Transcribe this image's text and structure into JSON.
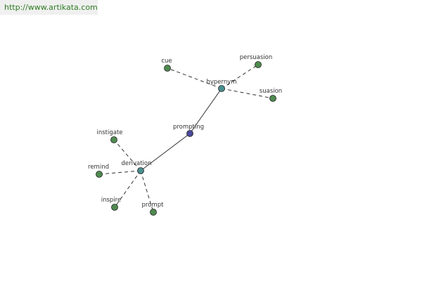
{
  "watermark": {
    "url": "http://www.artikata.com"
  },
  "colors": {
    "center": "#4a4a9c",
    "relation": "#4a8e8e",
    "leaf": "#4f8a4f",
    "edge": "#333333",
    "watermark_text": "#2e7d22"
  },
  "graph": {
    "nodes": [
      {
        "id": "prompting",
        "label": "prompting",
        "kind": "center"
      },
      {
        "id": "hypernym",
        "label": "hypernym",
        "kind": "relation"
      },
      {
        "id": "derivation",
        "label": "derivation",
        "kind": "relation"
      },
      {
        "id": "cue",
        "label": "cue",
        "kind": "leaf"
      },
      {
        "id": "persuasion",
        "label": "persuasion",
        "kind": "leaf"
      },
      {
        "id": "suasion",
        "label": "suasion",
        "kind": "leaf"
      },
      {
        "id": "instigate",
        "label": "instigate",
        "kind": "leaf"
      },
      {
        "id": "remind",
        "label": "remind",
        "kind": "leaf"
      },
      {
        "id": "inspire",
        "label": "inspire",
        "kind": "leaf"
      },
      {
        "id": "prompt",
        "label": "prompt",
        "kind": "leaf"
      }
    ],
    "edges": [
      {
        "from": "prompting",
        "to": "hypernym",
        "style": "solid"
      },
      {
        "from": "prompting",
        "to": "derivation",
        "style": "solid"
      },
      {
        "from": "hypernym",
        "to": "cue",
        "style": "dashed"
      },
      {
        "from": "hypernym",
        "to": "persuasion",
        "style": "dashed"
      },
      {
        "from": "hypernym",
        "to": "suasion",
        "style": "dashed"
      },
      {
        "from": "derivation",
        "to": "instigate",
        "style": "dashed"
      },
      {
        "from": "derivation",
        "to": "remind",
        "style": "dashed"
      },
      {
        "from": "derivation",
        "to": "inspire",
        "style": "dashed"
      },
      {
        "from": "derivation",
        "to": "prompt",
        "style": "dashed"
      }
    ]
  }
}
